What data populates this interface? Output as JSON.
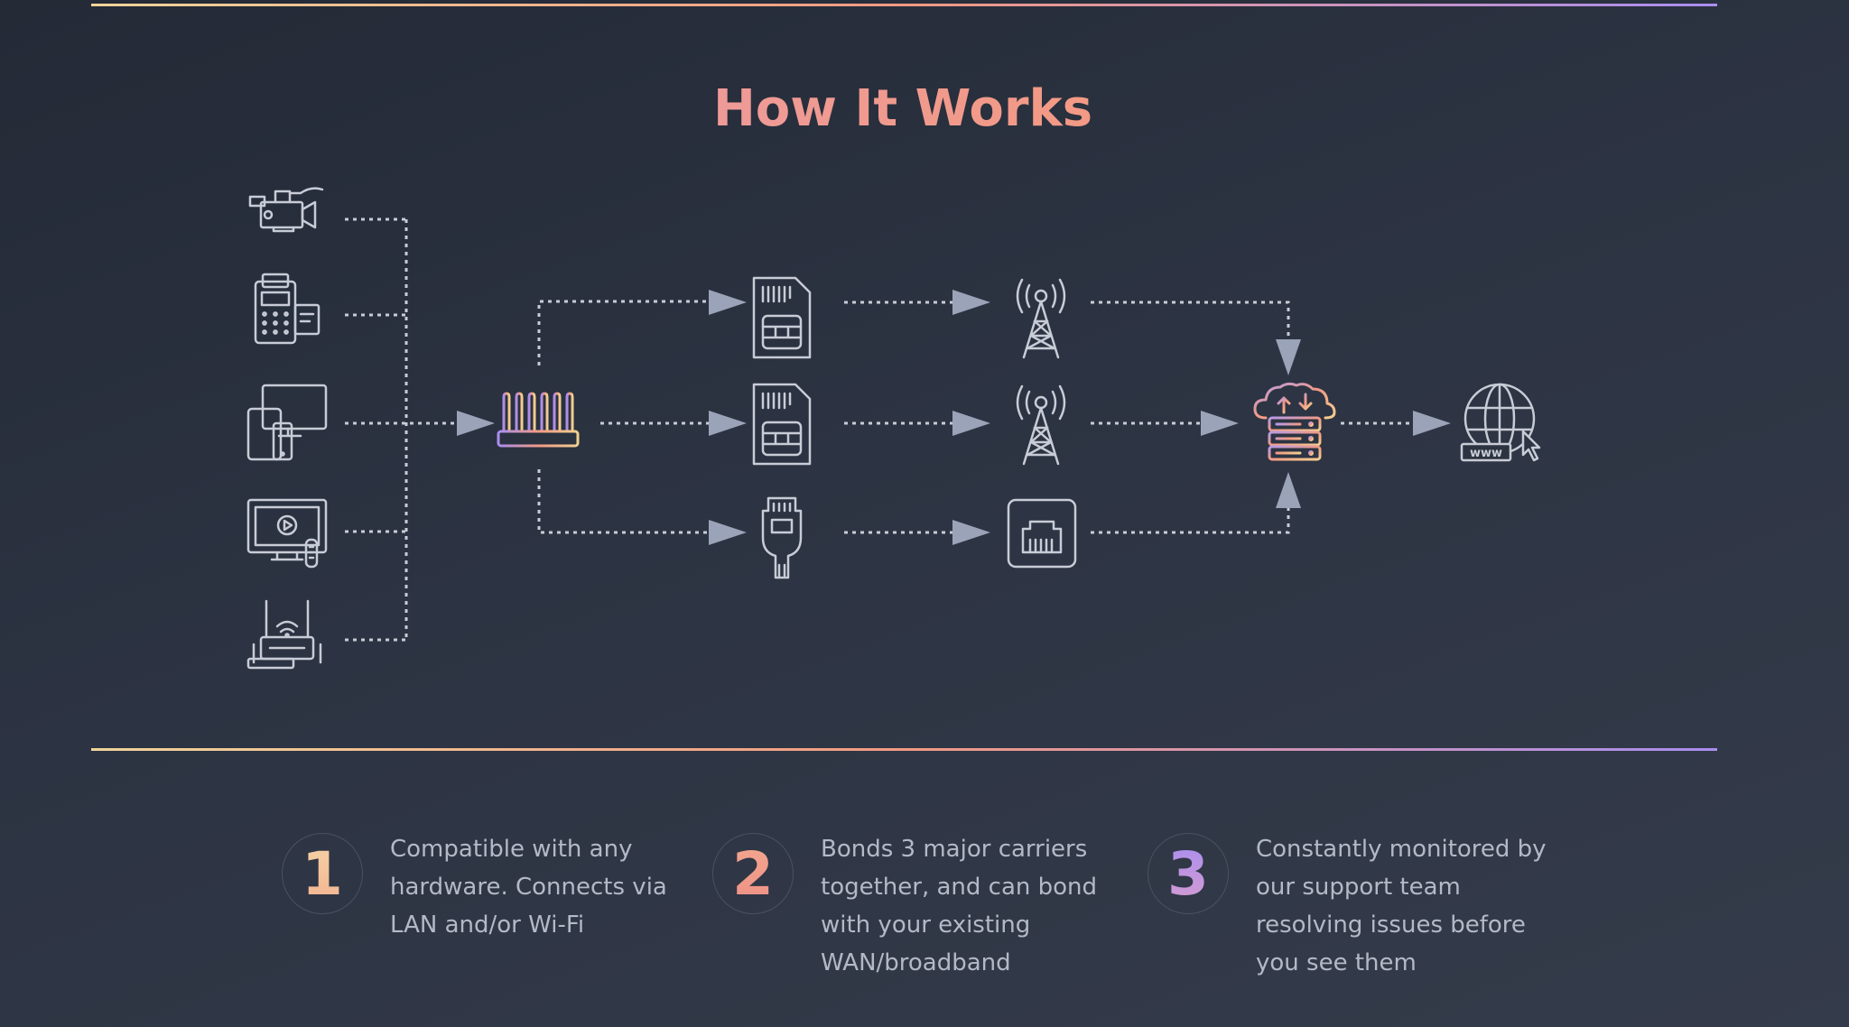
{
  "header": {
    "title": "How It Works"
  },
  "diagram": {
    "devices": [
      {
        "icon": "video-camera-icon"
      },
      {
        "icon": "payment-terminal-icon"
      },
      {
        "icon": "computer-devices-icon"
      },
      {
        "icon": "smart-tv-icon"
      },
      {
        "icon": "wifi-router-icon"
      }
    ],
    "hub": {
      "icon": "bonding-router-icon"
    },
    "connections": [
      {
        "icon": "sim-card-icon",
        "carrier_icon": "cell-tower-icon"
      },
      {
        "icon": "sim-card-icon",
        "carrier_icon": "cell-tower-icon"
      },
      {
        "icon": "ethernet-plug-icon",
        "carrier_icon": "ethernet-port-icon"
      }
    ],
    "cloud": {
      "icon": "cloud-server-icon"
    },
    "internet": {
      "icon": "globe-www-icon"
    }
  },
  "steps": [
    {
      "number": "1",
      "lines": [
        "Compatible with any",
        "hardware. Connects via",
        "LAN and/or Wi-Fi"
      ]
    },
    {
      "number": "2",
      "lines": [
        "Bonds 3 major carriers",
        "together, and can bond",
        "with your existing",
        "WAN/broadband"
      ]
    },
    {
      "number": "3",
      "lines": [
        "Constantly monitored by",
        "our support team",
        "resolving issues before",
        "you see them"
      ]
    }
  ],
  "colors": {
    "rule_start": "#f0d49a",
    "rule_mid": "#f29a83",
    "rule_end": "#a98ef0",
    "icon_stroke": "#c8ccd6",
    "arrow": "#9aa3b8",
    "step1": "#f2c7a0",
    "step2": "#f29a85",
    "step3": "#b49be8"
  }
}
